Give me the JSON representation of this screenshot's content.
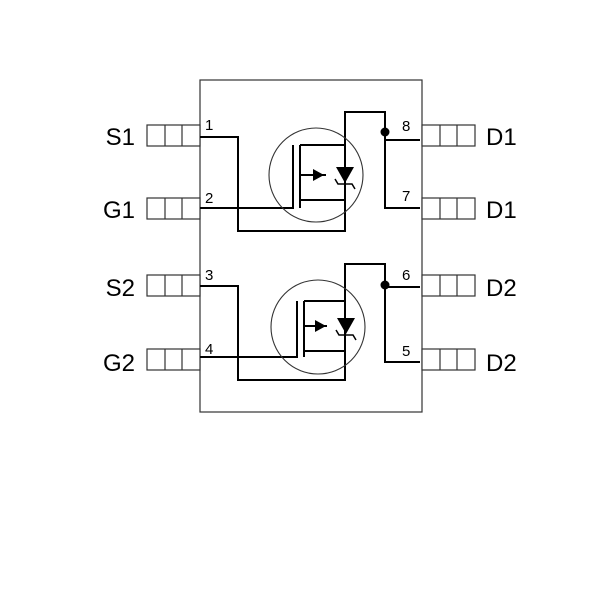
{
  "package": {
    "left_pins": [
      {
        "number": "1",
        "label": "S1"
      },
      {
        "number": "2",
        "label": "G1"
      },
      {
        "number": "3",
        "label": "S2"
      },
      {
        "number": "4",
        "label": "G2"
      }
    ],
    "right_pins": [
      {
        "number": "8",
        "label": "D1"
      },
      {
        "number": "7",
        "label": "D1"
      },
      {
        "number": "6",
        "label": "D2"
      },
      {
        "number": "5",
        "label": "D2"
      }
    ]
  },
  "mosfets": [
    {
      "icon": "mosfet-with-zener-icon"
    },
    {
      "icon": "mosfet-with-zener-icon"
    }
  ],
  "colors": {
    "line": "#000000",
    "outline": "#333333",
    "background": "#ffffff"
  }
}
